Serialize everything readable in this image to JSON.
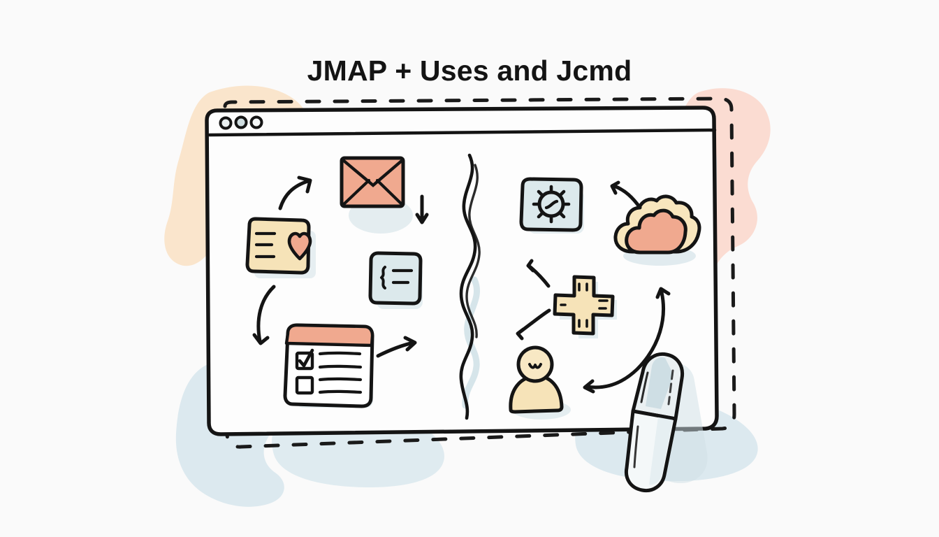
{
  "page": {
    "title": "JMAP + Uses and Jcmd",
    "background_color": "#fafafa",
    "style": "hand-drawn sketch illustration"
  },
  "colors": {
    "ink": "#141414",
    "salmon": "#f0a98f",
    "salmon_dark": "#e8916f",
    "cream": "#f6e3b8",
    "cream_light": "#fbefd2",
    "pale_blue": "#d5e4e8",
    "pale_blue_dark": "#b9d2da",
    "blob_peach": "#fae5cc",
    "blob_pink": "#fbdcd2",
    "blob_blue": "#dce9ef",
    "shadow_blue": "#cfe0e6",
    "window_fill": "#fdfdfd",
    "titlebar_fill": "#ffffff"
  },
  "window": {
    "name": "browser-window",
    "dots": [
      {
        "label": "traffic-light-dot-1"
      },
      {
        "label": "traffic-light-dot-2"
      },
      {
        "label": "traffic-light-dot-3"
      }
    ]
  },
  "decor": {
    "dashed_frame": "dashed-rounded-border",
    "blobs": [
      {
        "name": "peach-blob-top-left",
        "color": "#fae5cc"
      },
      {
        "name": "pink-blob-top-right",
        "color": "#fbdcd2"
      },
      {
        "name": "blue-blob-bottom-left",
        "color": "#dce9ef"
      },
      {
        "name": "blue-blob-bottom-right",
        "color": "#dce9ef"
      },
      {
        "name": "blue-blob-right",
        "color": "#cfe0e6"
      }
    ],
    "divider": {
      "name": "wavy-divider",
      "orientation": "vertical"
    },
    "eraser": {
      "name": "eraser-tool",
      "color": "#eef3f5"
    }
  },
  "left_panel": {
    "name": "jmap-side",
    "icons": [
      {
        "name": "envelope-icon",
        "label": "envelope",
        "color": "#f0a98f"
      },
      {
        "name": "contact-card-heart-icon",
        "label": "contact card with heart",
        "color": "#f6e3b8"
      },
      {
        "name": "code-snippet-icon",
        "label": "code snippet",
        "color": "#d5e4e8"
      },
      {
        "name": "checklist-icon",
        "label": "checklist form",
        "color": "#f0a98f"
      }
    ],
    "arrows": [
      {
        "name": "arrow-up-right",
        "direction": "up-right"
      },
      {
        "name": "arrow-down",
        "direction": "down"
      },
      {
        "name": "arrow-curve-left-down",
        "direction": "curve-down"
      },
      {
        "name": "arrow-right",
        "direction": "right"
      }
    ]
  },
  "right_panel": {
    "name": "jcmd-side",
    "icons": [
      {
        "name": "gear-settings-icon",
        "label": "gear settings",
        "color": "#d5e4e8"
      },
      {
        "name": "cloud-icon",
        "label": "cloud",
        "color": "#f0a98f"
      },
      {
        "name": "plus-cross-icon",
        "label": "plus cross",
        "color": "#f6e3b8"
      },
      {
        "name": "user-avatar-icon",
        "label": "user avatar",
        "color": "#f6e3b8"
      }
    ],
    "arrows": [
      {
        "name": "arrow-up-left-to-gear",
        "direction": "up-left"
      },
      {
        "name": "arrow-up-left-small",
        "direction": "up-left"
      },
      {
        "name": "arrow-down-left-small",
        "direction": "down-left"
      },
      {
        "name": "arrow-double-headed",
        "direction": "bidirectional"
      }
    ]
  }
}
